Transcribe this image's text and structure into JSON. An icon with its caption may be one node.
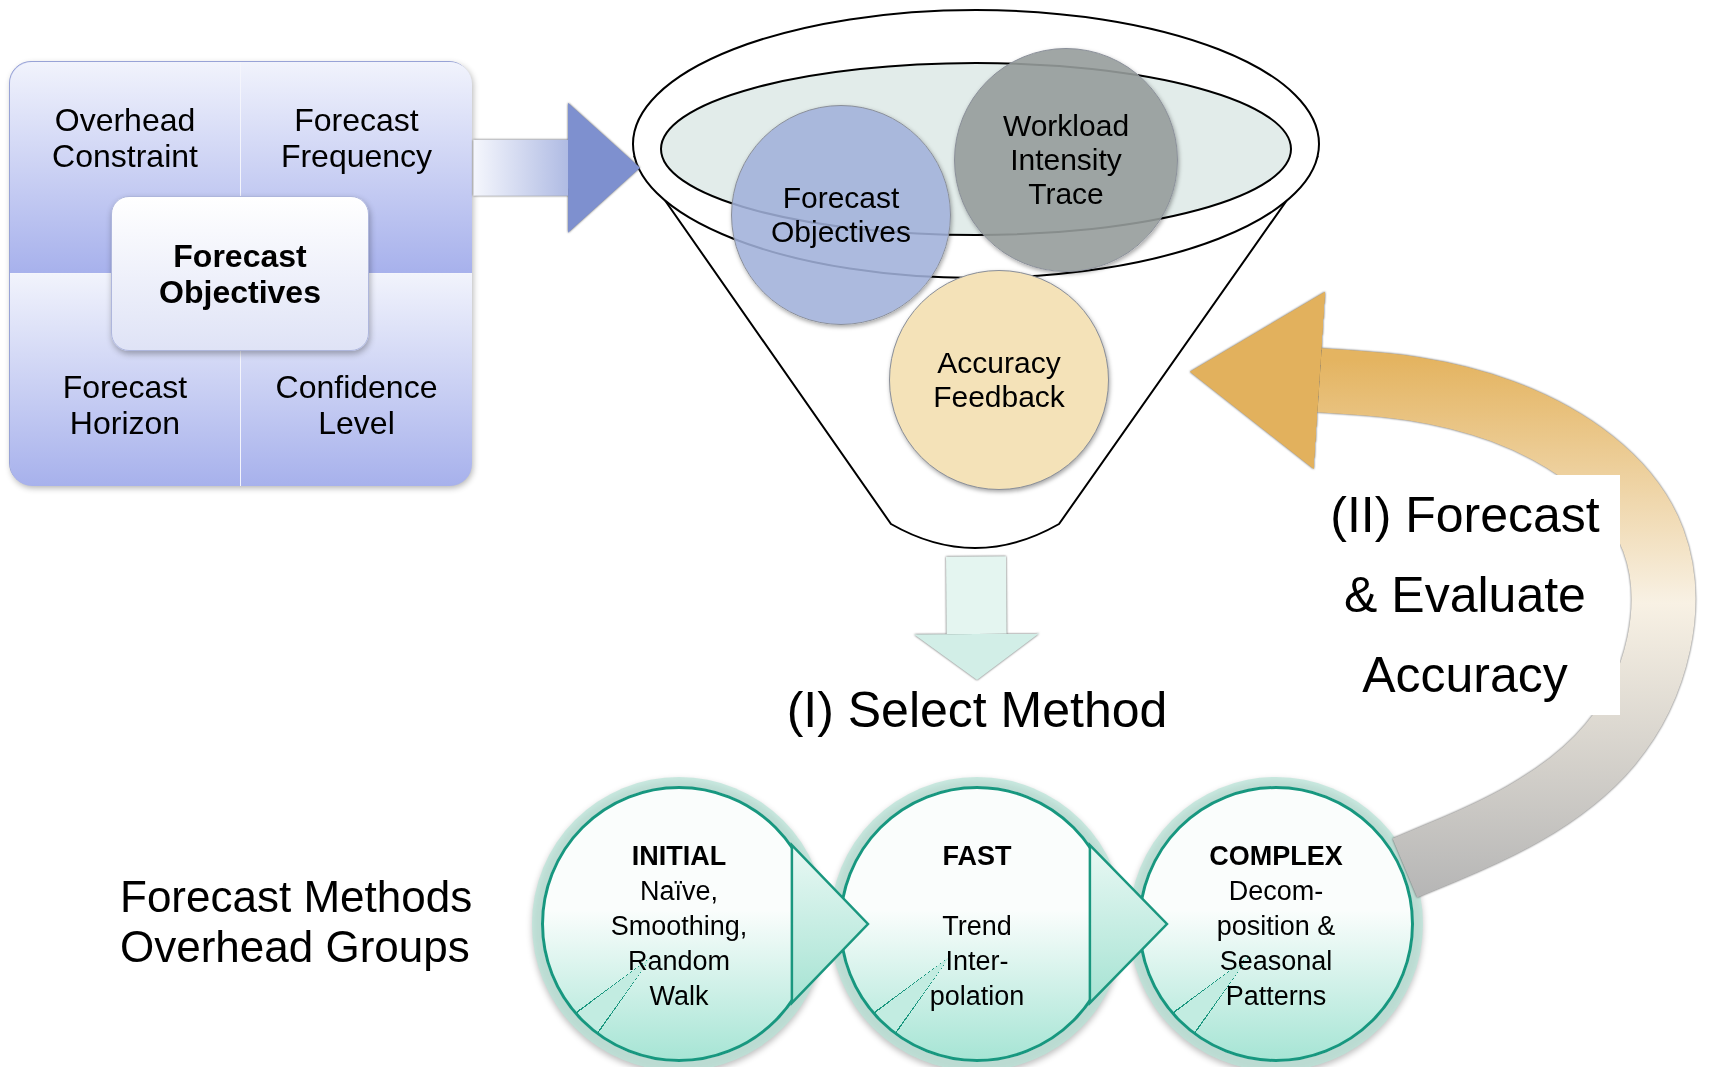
{
  "diagram": {
    "nodes": [
      {
        "text": [],
        "shape": "box"
      },
      {
        "text": [
          "Overhead Constraint"
        ],
        "in": 0
      },
      {
        "text": [
          "Forecast Frequency"
        ],
        "in": 0
      },
      {
        "text": [
          "Forecast Objectives"
        ],
        "in": 0
      },
      {
        "text": [
          "Forecast Horizon"
        ],
        "in": 0
      },
      {
        "text": [
          "Confidence Level"
        ],
        "in": 0
      },
      {
        "text": [],
        "shape": "funnel"
      },
      {
        "text": [
          "Forecast Objectives"
        ]
      },
      {
        "text": [
          "Workload Intensity Trace"
        ]
      },
      {
        "text": [
          "Accuracy Feedback"
        ],
        "in": 6
      },
      {
        "text": [
          "(I) Select Method"
        ]
      },
      {
        "text": [
          "INITIAL",
          "Naïve, Smoothing, Random Walk"
        ]
      },
      {
        "text": [
          "FAST",
          "Trend Inter- polation"
        ]
      },
      {
        "text": [
          "COMPLEX",
          "Decom- position & Seasonal Patterns"
        ]
      }
    ],
    "edges": [
      {
        "from": 0,
        "to": 6,
        "arrow": "to"
      },
      {
        "from": 6,
        "to": 10,
        "arrow": "to"
      },
      {
        "from": 11,
        "to": 12,
        "arrow": "to"
      },
      {
        "from": 12,
        "to": 13,
        "arrow": "to"
      },
      {
        "from": 13,
        "to": 6,
        "arrow": "to",
        "label": "(II) Forecast & Evaluate Accuracy"
      }
    ],
    "labels": [
      "Forecast Methods Overhead Groups"
    ]
  }
}
